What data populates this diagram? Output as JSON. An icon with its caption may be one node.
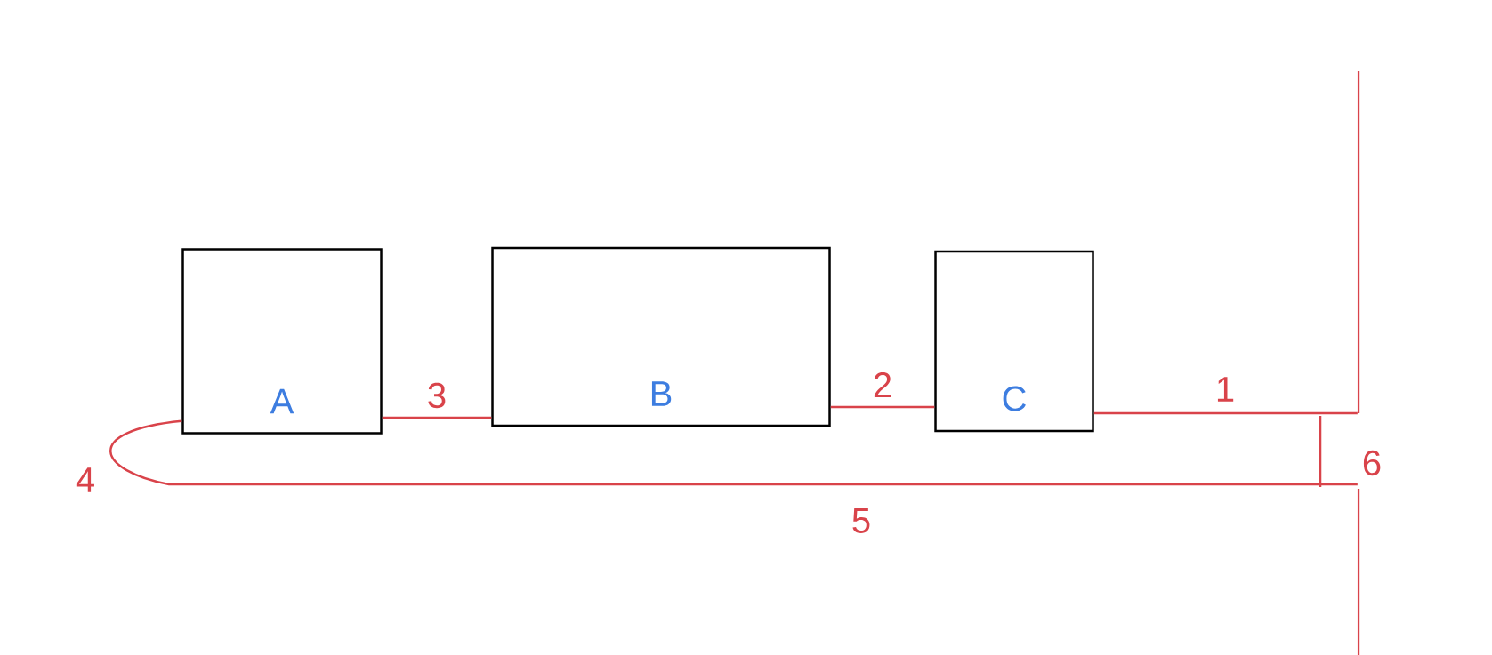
{
  "diagram": {
    "nodes": [
      {
        "text": [
          "A"
        ]
      },
      {
        "text": [
          "B"
        ]
      },
      {
        "text": [
          "C"
        ]
      },
      {
        "text": [],
        "shape": "bar"
      }
    ],
    "edges": [
      {
        "from": 2,
        "to": 3,
        "arrow": "none",
        "label": "1"
      },
      {
        "from": 1,
        "to": 2,
        "arrow": "none",
        "label": "2"
      },
      {
        "from": 0,
        "to": 1,
        "arrow": "none",
        "label": "3"
      },
      {
        "from": 0,
        "to": 3,
        "arrow": "none",
        "label": "5"
      }
    ],
    "labels": [
      "4",
      "6"
    ]
  }
}
